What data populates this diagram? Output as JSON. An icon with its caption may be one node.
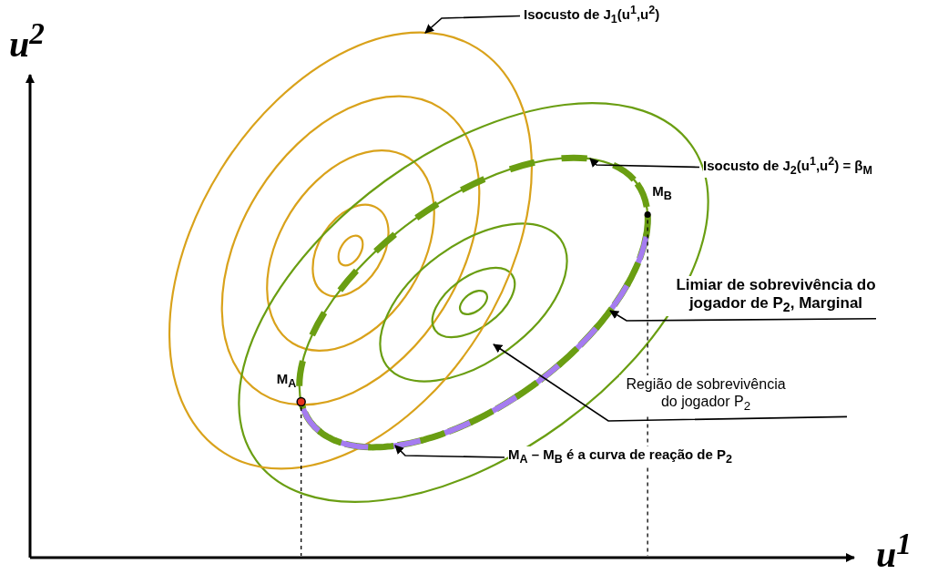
{
  "diagram": {
    "nodes": [
      {
        "text": [
          "Isocusto de J$_{1}$(u$^{1}$,u$^{2}$)"
        ]
      },
      {
        "text": [],
        "shape": "ellipse"
      },
      {
        "text": [
          "Isocusto de J$_{2}$(u$^{1}$,u$^{2}$) = β$_{M}$"
        ]
      },
      {
        "text": [],
        "shape": "ellipse"
      },
      {
        "text": [
          "Limiar de sobrevivência do jogador de P$_{2}$, Marginal"
        ]
      },
      {
        "text": [],
        "shape": "arc",
        "in": 3,
        "beside": [
          "M$_{A}$",
          "M$_{B}$"
        ]
      },
      {
        "text": [
          "Região de sobrevivência do jogador P$_{2}$"
        ]
      },
      {
        "text": [
          "M$_{A}$ – M$_{B}$ é a curva de reação de P$_{2}$"
        ]
      }
    ],
    "edges": [
      {
        "from": 0,
        "to": 1,
        "arrow": "to"
      },
      {
        "from": 2,
        "to": 3,
        "arrow": "to"
      },
      {
        "from": 4,
        "to": 5,
        "arrow": "to"
      },
      {
        "from": 6,
        "to": 3,
        "arrow": "to"
      },
      {
        "from": 7,
        "to": 5,
        "arrow": "to"
      }
    ],
    "labels": [
      "u$^{2}$",
      "u$^{1}$"
    ]
  }
}
